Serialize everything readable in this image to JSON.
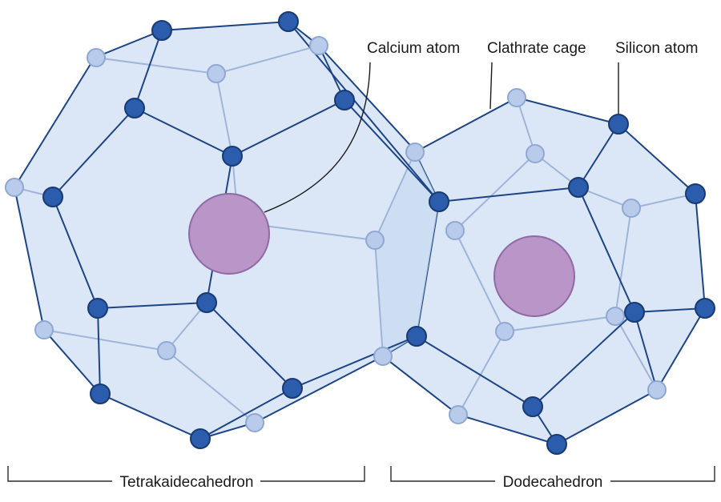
{
  "labels": {
    "calcium": "Calcium atom",
    "cage": "Clathrate cage",
    "silicon": "Silicon atom",
    "left_structure": "Tetrakaidecahedron",
    "right_structure": "Dodecahedron"
  },
  "colors": {
    "cage_fill": "#dbe7f6",
    "front_edge": "#1d4585",
    "back_edge": "#9fb4d8",
    "front_atom": "#2c5cac",
    "front_atom_stroke": "#173a74",
    "back_atom": "#b8cbea",
    "back_atom_stroke": "#8fa7d2",
    "calcium": "#b995c8",
    "calcium_stroke": "#8f6aa5"
  }
}
